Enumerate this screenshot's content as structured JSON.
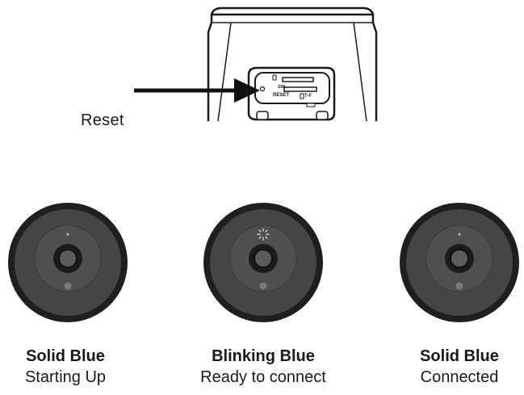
{
  "device": {
    "reset_label": "Reset",
    "port_labels": {
      "sim": "SIM",
      "reset": "RESET",
      "tf": "T-F"
    }
  },
  "states": [
    {
      "title": "Solid Blue",
      "subtitle": "Starting Up",
      "indicator": "solid"
    },
    {
      "title": "Blinking Blue",
      "subtitle": "Ready to connect",
      "indicator": "blinking"
    },
    {
      "title": "Solid Blue",
      "subtitle": "Connected",
      "indicator": "solid"
    }
  ],
  "colors": {
    "outline": "#1a1a1a",
    "camera_rim": "#1f1f1f",
    "camera_face": "#454545",
    "lens_outer": "#1b1b1b",
    "lens_inner": "#5b5b5b"
  }
}
